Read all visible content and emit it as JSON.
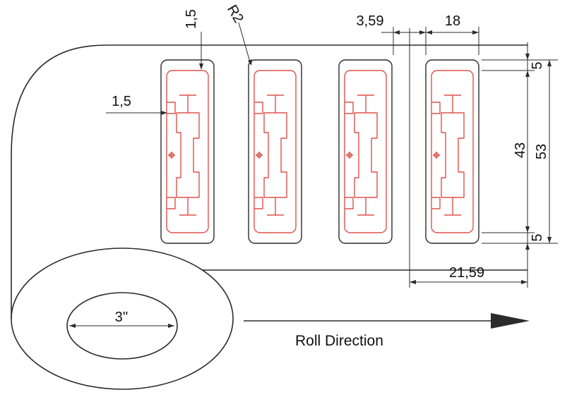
{
  "colors": {
    "line": "#2b2b2b",
    "antenna": "#dd524c"
  },
  "dims": {
    "top_inset": "1,5",
    "left_inset": "1,5",
    "corner_radius": "R2",
    "gap": "3,59",
    "label_width": "18",
    "top_margin": "5",
    "antenna_height": "43",
    "label_height": "53",
    "bottom_margin": "5",
    "pitch": "21,59",
    "core_diameter": "3''",
    "roll_direction": "Roll Direction"
  }
}
